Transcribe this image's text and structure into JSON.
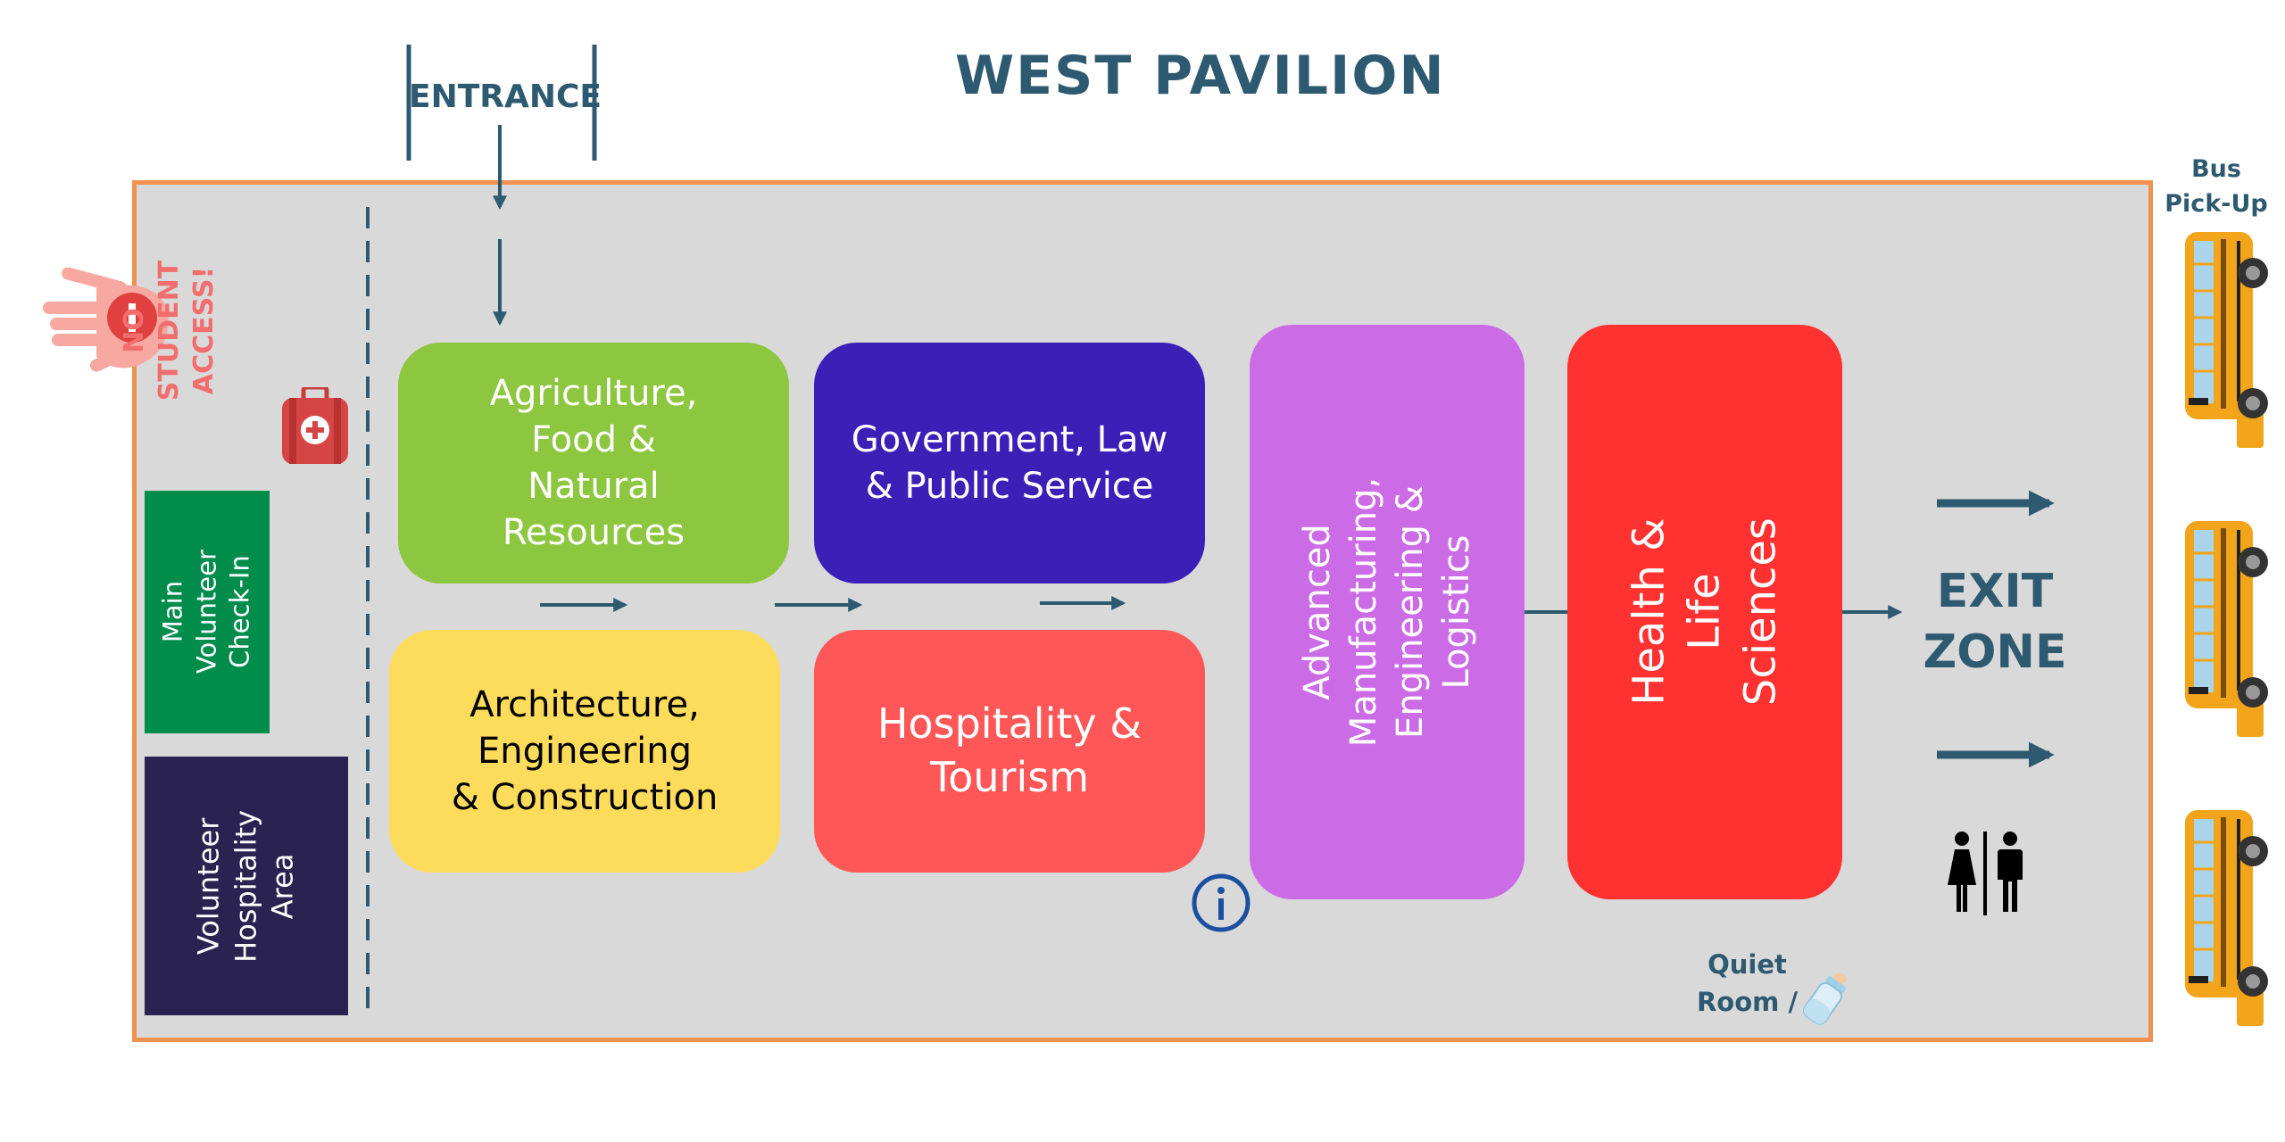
{
  "title": "WEST PAVILION",
  "entrance": "ENTRANCE",
  "no_student_access": "NO STUDENT\nACCESS!",
  "check_in": "Main Volunteer\nCheck-In",
  "hospitality_area": "Volunteer\nHospitality\nArea",
  "zones": {
    "agriculture": "Agriculture,\nFood &\nNatural\nResources",
    "government": "Government, Law\n& Public Service",
    "architecture": "Architecture,\nEngineering\n& Construction",
    "hospitality": "Hospitality &\nTourism",
    "manufacturing": "Advanced\nManufacturing,\nEngineering &\nLogistics",
    "health": "Health &\nLife Sciences"
  },
  "exit_zone": "EXIT\nZONE",
  "bus_pickup": "Bus\nPick-Up",
  "quiet_room": "Quiet\nRoom /",
  "icons": [
    "stop-hand-icon",
    "first-aid-kit-icon",
    "info-icon",
    "restroom-icon",
    "baby-bottle-icon",
    "school-bus-icon"
  ],
  "colors": {
    "title": "#2d5a70",
    "hall_border": "#f0914f",
    "hall_fill": "#d9d9d9",
    "agriculture": "#8dc63f",
    "government": "#3b20b8",
    "architecture": "#fddc5c",
    "hospitality": "#ff5757",
    "manufacturing": "#cb6ce6",
    "health": "#ff3131",
    "check_in": "#008c4b",
    "hospitality_area": "#2a2250"
  }
}
